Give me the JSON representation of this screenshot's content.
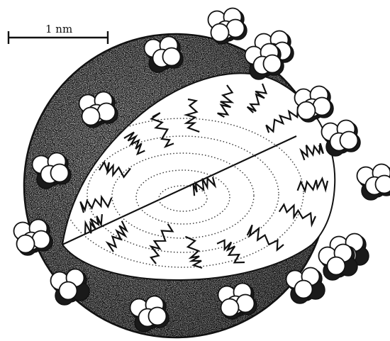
{
  "figure": {
    "scale_bar_label": "1 nm",
    "colors": {
      "ink": "#111111",
      "shell_stipple": "#2b2b2b",
      "shell_base": "#8a8a8a",
      "core": "#ffffff",
      "paper": "#ffffff"
    },
    "core_chain_count": 18,
    "headgroup_count": 16
  }
}
